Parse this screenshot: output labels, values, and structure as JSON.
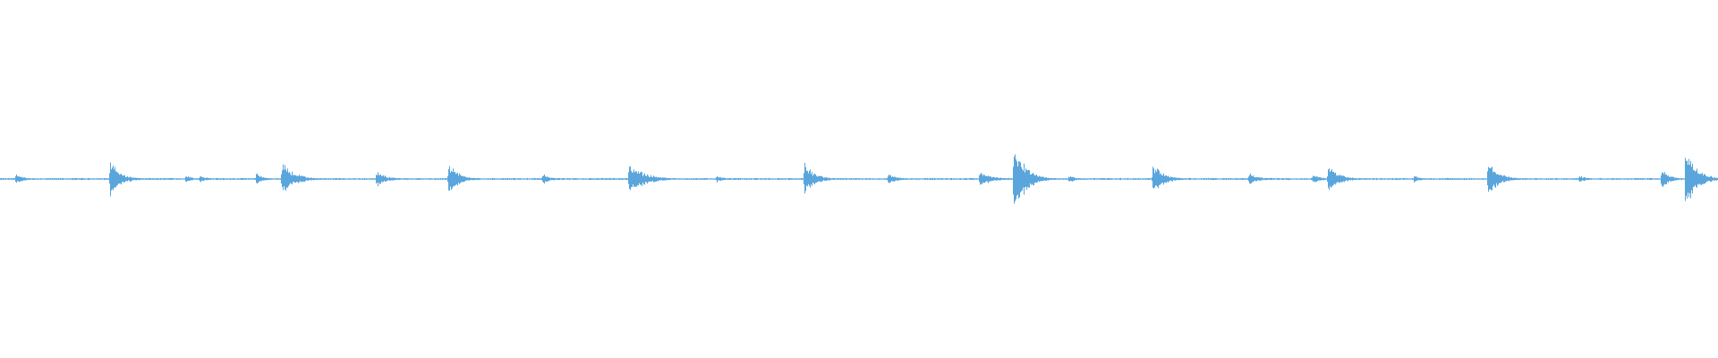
{
  "waveform": {
    "color": "#5aa6dc",
    "background": "#ffffff",
    "baseline_amplitude": 0.004,
    "transients": [
      {
        "t": 0.009,
        "peak": 0.03,
        "decay": 0.004
      },
      {
        "t": 0.064,
        "peak": 0.09,
        "decay": 0.006
      },
      {
        "t": 0.108,
        "peak": 0.02,
        "decay": 0.004
      },
      {
        "t": 0.116,
        "peak": 0.02,
        "decay": 0.004
      },
      {
        "t": 0.149,
        "peak": 0.03,
        "decay": 0.004
      },
      {
        "t": 0.164,
        "peak": 0.09,
        "decay": 0.007
      },
      {
        "t": 0.219,
        "peak": 0.04,
        "decay": 0.006
      },
      {
        "t": 0.261,
        "peak": 0.08,
        "decay": 0.006
      },
      {
        "t": 0.316,
        "peak": 0.03,
        "decay": 0.004
      },
      {
        "t": 0.366,
        "peak": 0.08,
        "decay": 0.009
      },
      {
        "t": 0.417,
        "peak": 0.02,
        "decay": 0.004
      },
      {
        "t": 0.468,
        "peak": 0.08,
        "decay": 0.006
      },
      {
        "t": 0.517,
        "peak": 0.03,
        "decay": 0.005
      },
      {
        "t": 0.57,
        "peak": 0.04,
        "decay": 0.007
      },
      {
        "t": 0.59,
        "peak": 0.22,
        "decay": 0.006
      },
      {
        "t": 0.622,
        "peak": 0.02,
        "decay": 0.004
      },
      {
        "t": 0.671,
        "peak": 0.08,
        "decay": 0.006
      },
      {
        "t": 0.727,
        "peak": 0.03,
        "decay": 0.006
      },
      {
        "t": 0.764,
        "peak": 0.03,
        "decay": 0.004
      },
      {
        "t": 0.773,
        "peak": 0.07,
        "decay": 0.006
      },
      {
        "t": 0.823,
        "peak": 0.02,
        "decay": 0.004
      },
      {
        "t": 0.866,
        "peak": 0.09,
        "decay": 0.006
      },
      {
        "t": 0.919,
        "peak": 0.02,
        "decay": 0.004
      },
      {
        "t": 0.967,
        "peak": 0.06,
        "decay": 0.004
      },
      {
        "t": 0.981,
        "peak": 0.17,
        "decay": 0.006
      }
    ]
  }
}
